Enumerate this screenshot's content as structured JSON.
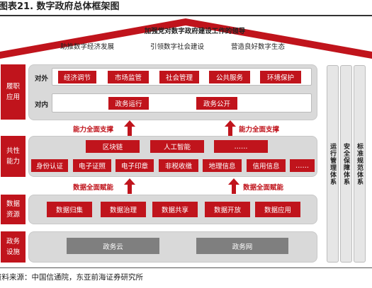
{
  "figure_title": "图表21. 数字政府总体框架图",
  "roof": {
    "title": "加强党对数字政府建设工作的领导",
    "items": [
      "助推数字经济发展",
      "引领数字社会建设",
      "营造良好数字生态"
    ]
  },
  "layers": {
    "performance": {
      "label": "履职应用",
      "external_label": "对外",
      "external_items": [
        "经济调节",
        "市场监管",
        "社会管理",
        "公共服务",
        "环境保护"
      ],
      "internal_label": "对内",
      "internal_items": [
        "政务运行",
        "政务公开"
      ]
    },
    "capability": {
      "label": "共性能力",
      "top_items": [
        "区块链",
        "人工智能",
        "……"
      ],
      "bottom_items": [
        "身份认证",
        "电子证照",
        "电子印章",
        "非税收缴",
        "地理信息",
        "信用信息",
        "……"
      ]
    },
    "data": {
      "label": "数据资源",
      "items": [
        "数据归集",
        "数据治理",
        "数据共享",
        "数据开放",
        "数据应用"
      ]
    },
    "infrastructure": {
      "label": "政务设施",
      "items": [
        "政务云",
        "政务网"
      ]
    }
  },
  "flows": {
    "capability_support": "能力全面支撑",
    "data_empower": "数据全面赋能"
  },
  "side_systems": [
    "运行管理体系",
    "安全保障体系",
    "标准规范体系"
  ],
  "source": "资料来源：中国信通院，东亚前海证券研究所",
  "colors": {
    "accent_red": "#c0141c",
    "panel_gray": "#d9d9d9",
    "infra_gray": "#7f7f7f"
  }
}
